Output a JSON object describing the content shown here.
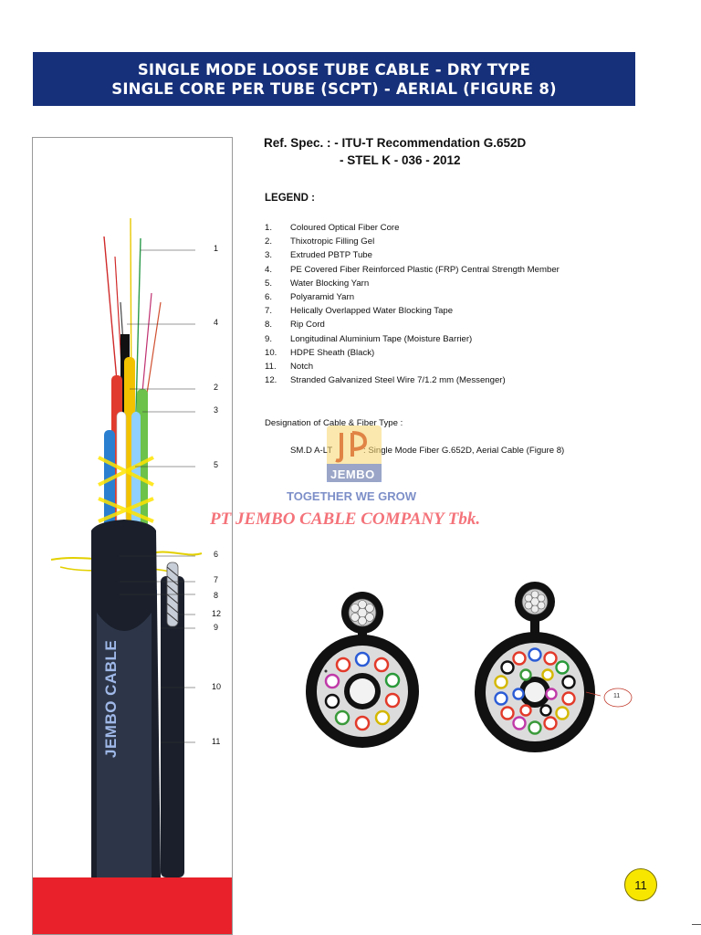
{
  "header": {
    "line1": "SINGLE MODE LOOSE TUBE CABLE - DRY TYPE",
    "line2": "SINGLE CORE PER TUBE (SCPT) - AERIAL (FIGURE 8)"
  },
  "spec": {
    "line1": "Ref. Spec. : - ITU-T Recommendation G.652D",
    "line2": "- STEL K - 036 - 2012"
  },
  "legend": {
    "title": "LEGEND :",
    "items": [
      {
        "num": "1.",
        "text": "Coloured Optical Fiber Core"
      },
      {
        "num": "2.",
        "text": "Thixotropic Filling Gel"
      },
      {
        "num": "3.",
        "text": "Extruded PBTP Tube"
      },
      {
        "num": "4.",
        "text": "PE Covered Fiber Reinforced Plastic (FRP) Central Strength Member"
      },
      {
        "num": "5.",
        "text": "Water Blocking Yarn"
      },
      {
        "num": "6.",
        "text": "Polyaramid Yarn"
      },
      {
        "num": "7.",
        "text": "Helically Overlapped Water Blocking Tape"
      },
      {
        "num": "8.",
        "text": "Rip Cord"
      },
      {
        "num": "9.",
        "text": "Longitudinal Aluminium Tape (Moisture Barrier)"
      },
      {
        "num": "10.",
        "text": "HDPE Sheath (Black)"
      },
      {
        "num": "11.",
        "text": "Notch"
      },
      {
        "num": "12.",
        "text": "Stranded Galvanized Steel Wire 7/1.2 mm (Messenger)"
      }
    ]
  },
  "designation": {
    "title": "Designation of Cable & Fiber Type :",
    "code": "SM.D A-LT",
    "description": ": Single Mode Fiber G.652D, Aerial Cable (Figure 8)"
  },
  "watermark": {
    "logo_text": "JEMBO",
    "tagline": "TOGETHER WE GROW",
    "company": "PT JEMBO CABLE COMPANY Tbk."
  },
  "diagram": {
    "callouts": [
      "1",
      "4",
      "2",
      "3",
      "5",
      "6",
      "7",
      "8",
      "12",
      "9",
      "10",
      "11"
    ],
    "sheath_text": "JEMBO CABLE",
    "cross_section_callout": "11"
  },
  "page_number": "11"
}
